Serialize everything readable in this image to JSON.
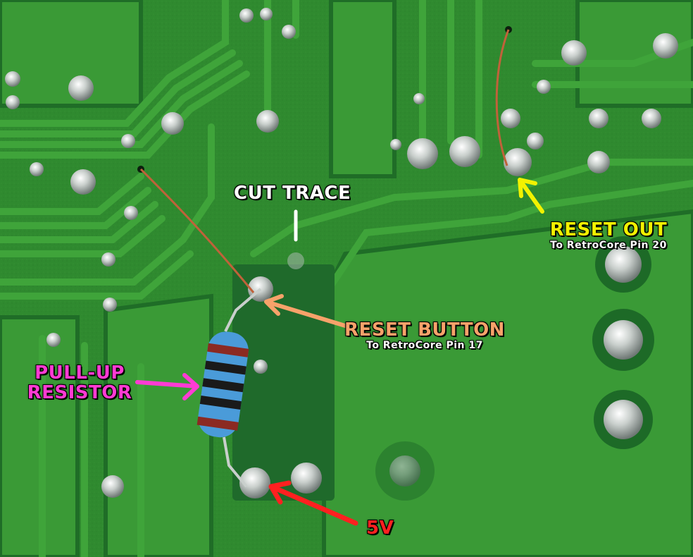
{
  "annotations": {
    "cut_trace": {
      "title": "CUT TRACE",
      "color": "#ffffff"
    },
    "reset_out": {
      "title": "RESET OUT",
      "subtitle": "To RetroCore Pin 20",
      "color": "#f2f200"
    },
    "reset_button": {
      "title": "RESET BUTTON",
      "subtitle": "To RetroCore Pin 17",
      "color": "#f7a26a"
    },
    "pull_up": {
      "title_line1": "PULL-UP",
      "title_line2": "RESISTOR",
      "color": "#ff3bd3"
    },
    "five_v": {
      "title": "5V",
      "color": "#ff2020"
    }
  },
  "colors": {
    "board": "#2f8a2f",
    "trace": "#3fa43a",
    "trace_dark": "#1d6a27",
    "solder": "#c9cfcc",
    "wire": "#c0623a",
    "resistor_body": "#4a9bd9",
    "resistor_band": "#8b2a22"
  }
}
